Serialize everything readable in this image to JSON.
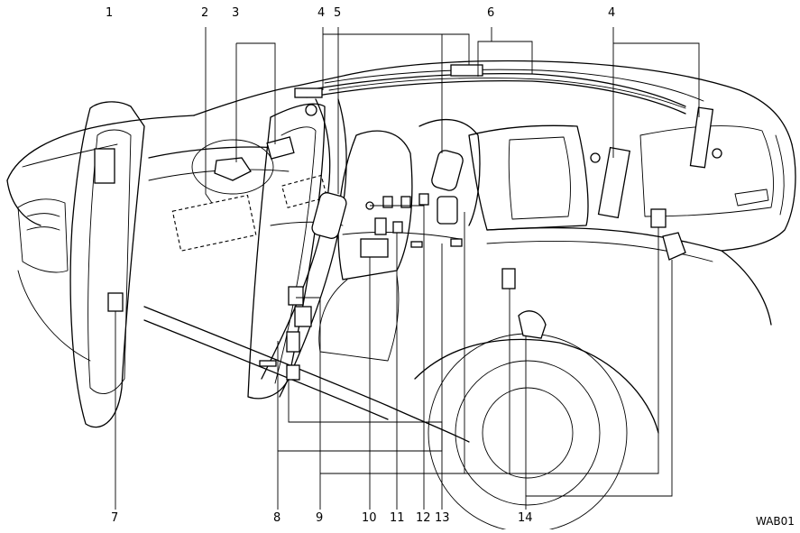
{
  "diagram": {
    "callouts": [
      {
        "id": "c1",
        "label": "1"
      },
      {
        "id": "c2",
        "label": "2"
      },
      {
        "id": "c3",
        "label": "3"
      },
      {
        "id": "c4a",
        "label": "4"
      },
      {
        "id": "c5",
        "label": "5"
      },
      {
        "id": "c6",
        "label": "6"
      },
      {
        "id": "c4b",
        "label": "4"
      },
      {
        "id": "c7",
        "label": "7"
      },
      {
        "id": "c8",
        "label": "8"
      },
      {
        "id": "c9",
        "label": "9"
      },
      {
        "id": "c10",
        "label": "10"
      },
      {
        "id": "c11",
        "label": "11"
      },
      {
        "id": "c12",
        "label": "12"
      },
      {
        "id": "c13",
        "label": "13"
      },
      {
        "id": "c14",
        "label": "14"
      }
    ],
    "figure_code": "WAB01"
  }
}
